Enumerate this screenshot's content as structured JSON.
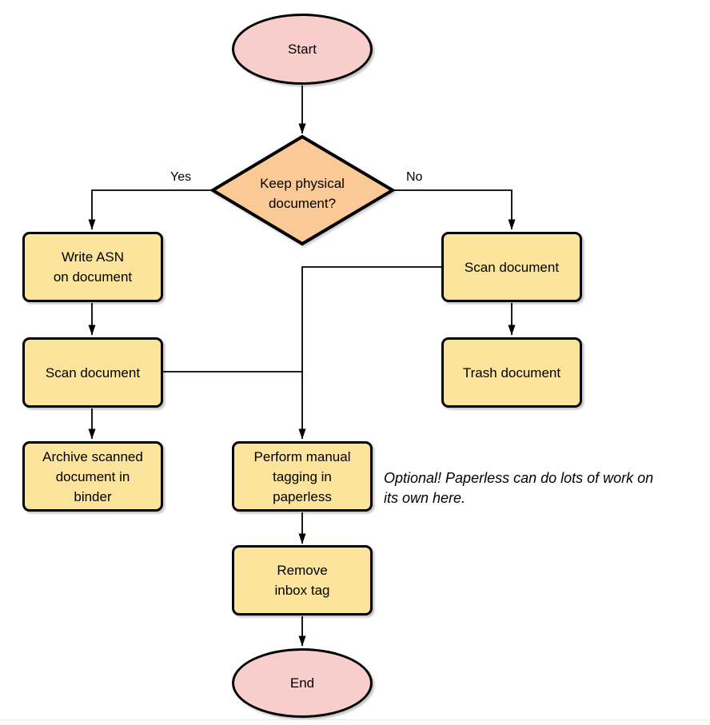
{
  "diagram": {
    "nodes": {
      "start": {
        "label": "Start",
        "type": "terminal"
      },
      "decision": {
        "label": "Keep physical\ndocument?",
        "type": "decision"
      },
      "write_asn": {
        "label": "Write ASN\non document",
        "type": "process"
      },
      "scan_left": {
        "label": "Scan document",
        "type": "process"
      },
      "archive": {
        "label": "Archive scanned\ndocument in\nbinder",
        "type": "process"
      },
      "scan_right": {
        "label": "Scan document",
        "type": "process"
      },
      "trash": {
        "label": "Trash document",
        "type": "process"
      },
      "tagging": {
        "label": "Perform manual\ntagging in\npaperless",
        "type": "process"
      },
      "remove_inbox": {
        "label": "Remove\ninbox tag",
        "type": "process"
      },
      "end": {
        "label": "End",
        "type": "terminal"
      }
    },
    "edge_labels": {
      "yes": "Yes",
      "no": "No"
    },
    "annotation": "Optional! Paperless can do lots of work on\nits own here.",
    "colors": {
      "terminal_fill": "#f8cecc",
      "decision_fill": "#fbc995",
      "process_fill": "#fce49c",
      "stroke": "#000000"
    }
  }
}
